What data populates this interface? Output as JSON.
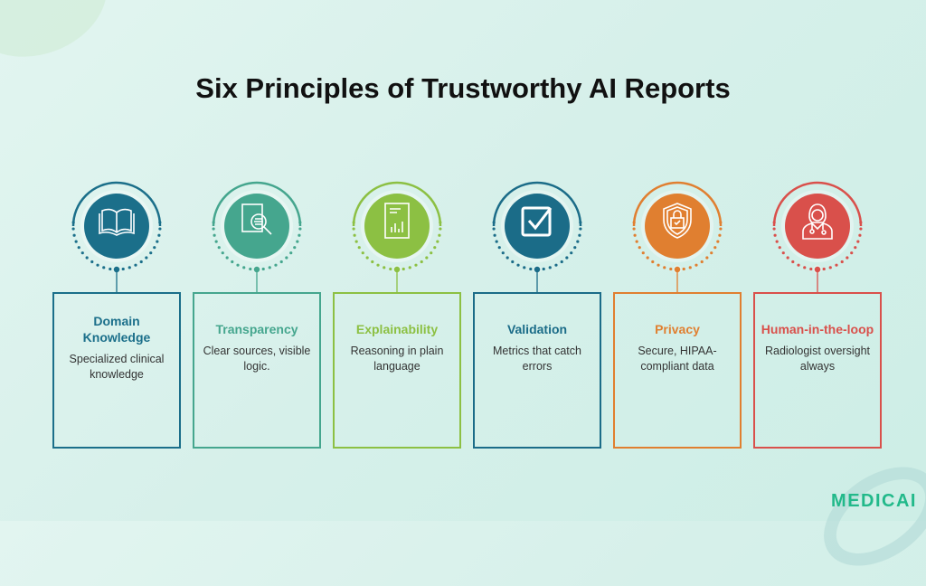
{
  "title": "Six Principles of Trustworthy AI Reports",
  "principles": [
    {
      "title": "Domain Knowledge",
      "desc": "Specialized clinical knowledge",
      "color": "#1b6f8a",
      "icon": "book-icon"
    },
    {
      "title": "Transparency",
      "desc": "Clear sources, visible logic.",
      "color": "#45a68e",
      "icon": "document-search-icon"
    },
    {
      "title": "Explainability",
      "desc": "Reasoning in plain language",
      "color": "#8cc043",
      "icon": "report-chart-icon"
    },
    {
      "title": "Validation",
      "desc": "Metrics that catch errors",
      "color": "#1b6c88",
      "icon": "checkbox-icon"
    },
    {
      "title": "Privacy",
      "desc": "Secure, HIPAA-compliant data",
      "color": "#e07f30",
      "icon": "shield-lock-icon"
    },
    {
      "title": "Human-in-the-loop",
      "desc": "Radiologist oversight always",
      "color": "#d9504b",
      "icon": "doctor-icon"
    }
  ],
  "logo": "MEDICAI"
}
